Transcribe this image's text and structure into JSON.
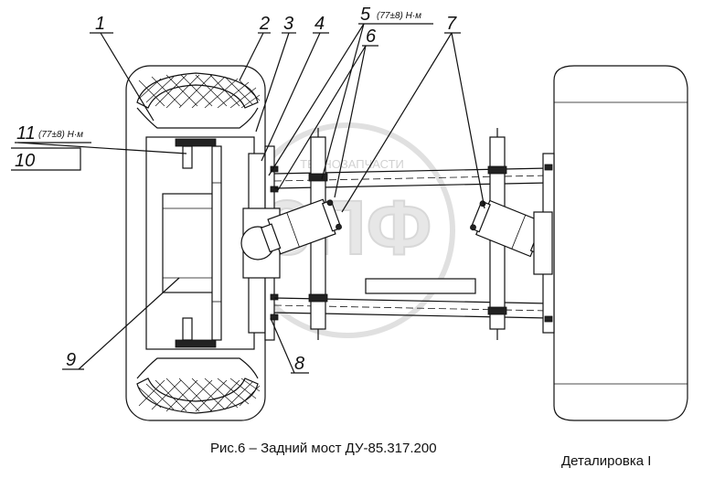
{
  "figure": {
    "caption": "Рис.6 – Задний мост  ДУ-85.317.200",
    "section_label": "Деталировка   I"
  },
  "callouts": [
    {
      "id": "1",
      "label": "1"
    },
    {
      "id": "2",
      "label": "2"
    },
    {
      "id": "3",
      "label": "3"
    },
    {
      "id": "4",
      "label": "4"
    },
    {
      "id": "5",
      "label": "5",
      "note": "(77±8) Н·м"
    },
    {
      "id": "6",
      "label": "6"
    },
    {
      "id": "7",
      "label": "7"
    },
    {
      "id": "8",
      "label": "8"
    },
    {
      "id": "9",
      "label": "9"
    },
    {
      "id": "10",
      "label": "10"
    },
    {
      "id": "11",
      "label": "11",
      "note": "(77±8) Н·м"
    }
  ],
  "watermark": {
    "top_text": "ТЕХНОЗАПЧАСТИ",
    "logo_text": "ЗПФ"
  },
  "colors": {
    "ink": "#111111",
    "watermark": "#d6d6d6",
    "background": "#ffffff"
  }
}
